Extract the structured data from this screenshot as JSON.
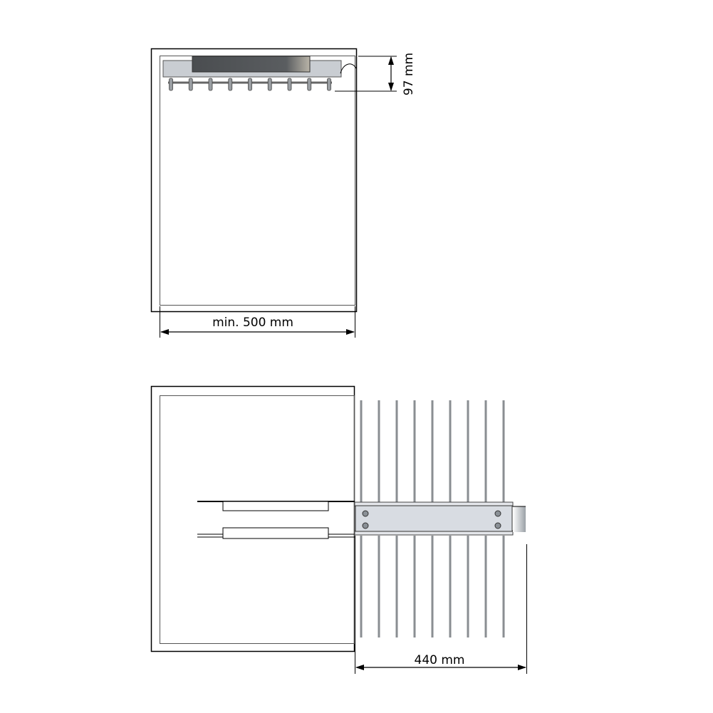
{
  "top_view": {
    "height_dimension": "97 mm",
    "width_dimension": "min. 500 mm",
    "hook_count": 9
  },
  "bottom_view": {
    "extension_dimension": "440 mm",
    "rod_count": 9
  },
  "colors": {
    "line": "#000000",
    "metal_light": "#d8dce2",
    "metal_dark": "#55585c",
    "rod": "#8a8e92"
  }
}
